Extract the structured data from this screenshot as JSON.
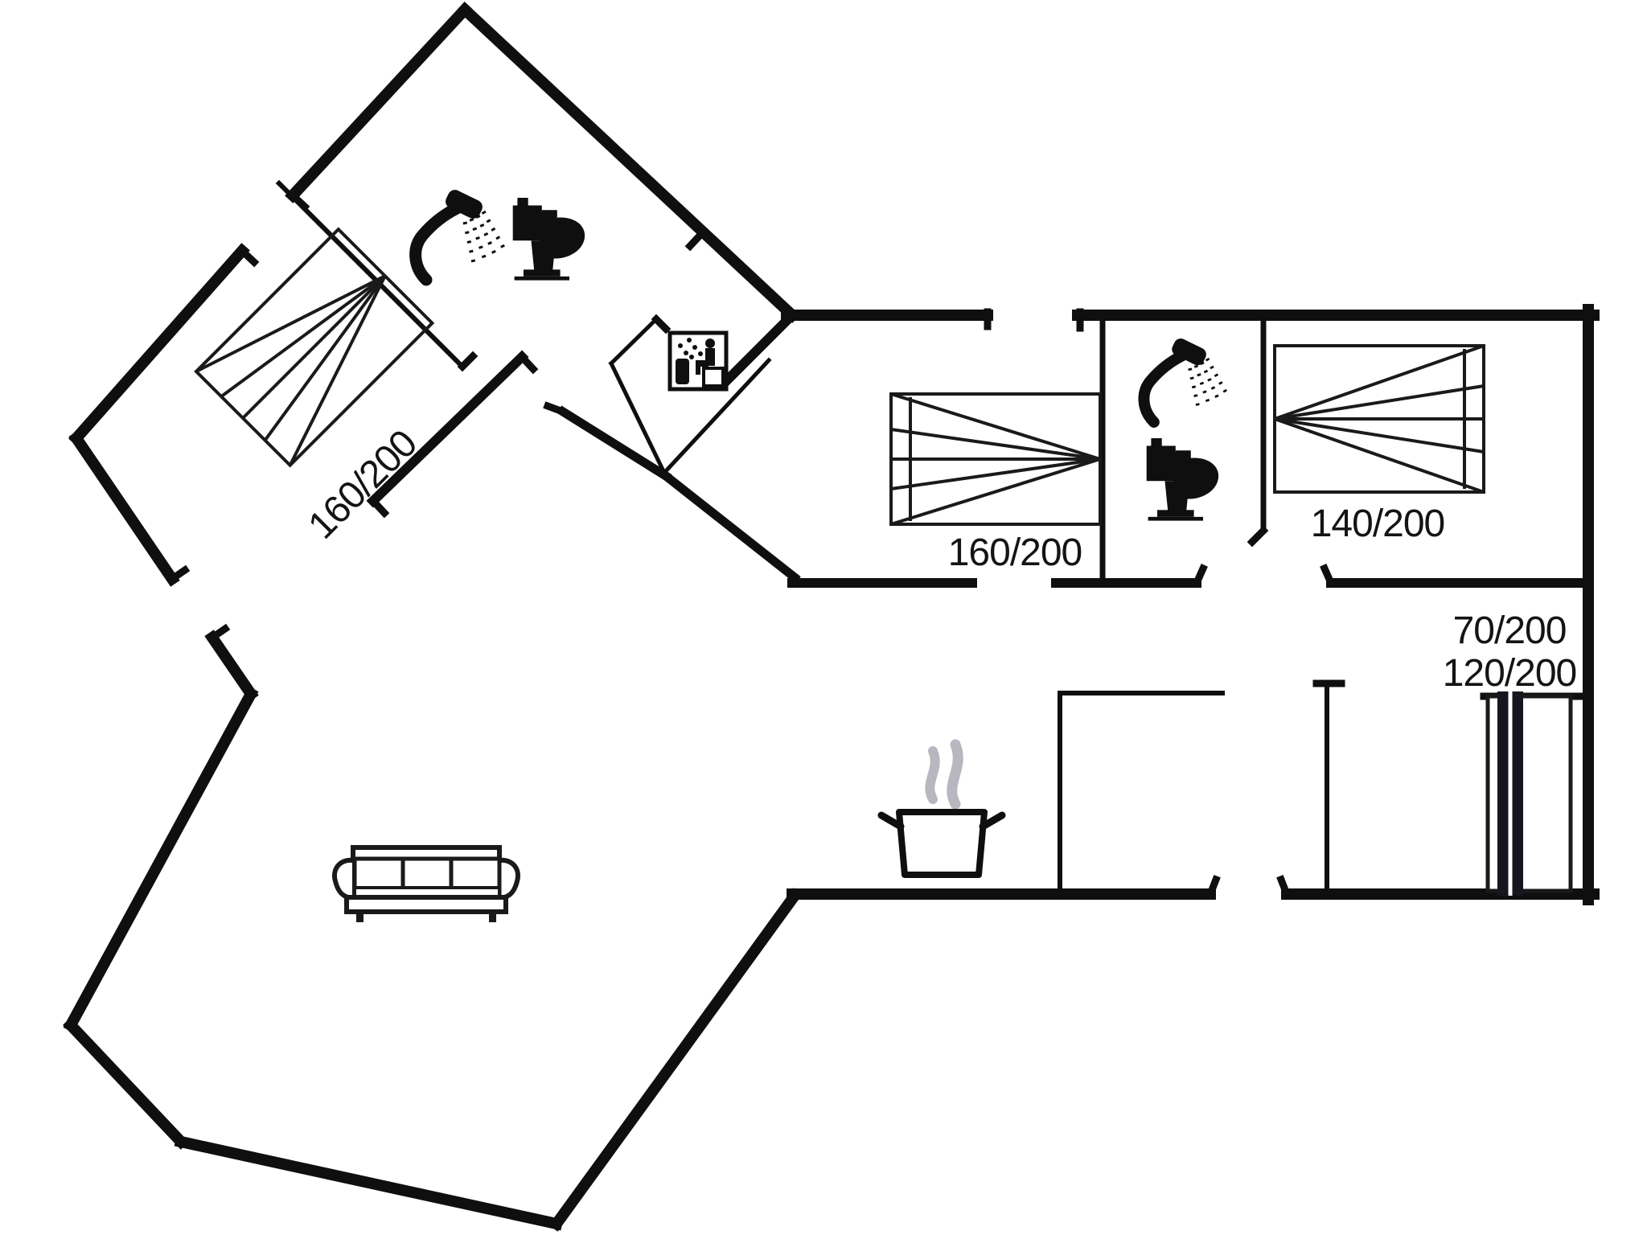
{
  "floorplan": {
    "type": "holiday-house floor plan",
    "background_color": "#ffffff",
    "wall_color": "#0f0f0f",
    "furniture_line_color": "#1a1a1a",
    "steam_color": "#b7b7bf",
    "beds": [
      {
        "id": "bedroom1-double-bed",
        "label": "160/200"
      },
      {
        "id": "bedroom2-double-bed",
        "label": "160/200"
      },
      {
        "id": "bedroom3-double-bed",
        "label": "140/200"
      },
      {
        "id": "bunk-bed-top",
        "label": "70/200"
      },
      {
        "id": "bunk-bed-bottom",
        "label": "120/200"
      }
    ],
    "fixtures": [
      "shower-icon (bathroom 1)",
      "toilet-icon (bathroom 1)",
      "sauna-icon",
      "shower-icon (bathroom 2)",
      "toilet-icon (bathroom 2)",
      "sofa-icon (living room)",
      "cooking-pot-icon (kitchen)"
    ]
  }
}
